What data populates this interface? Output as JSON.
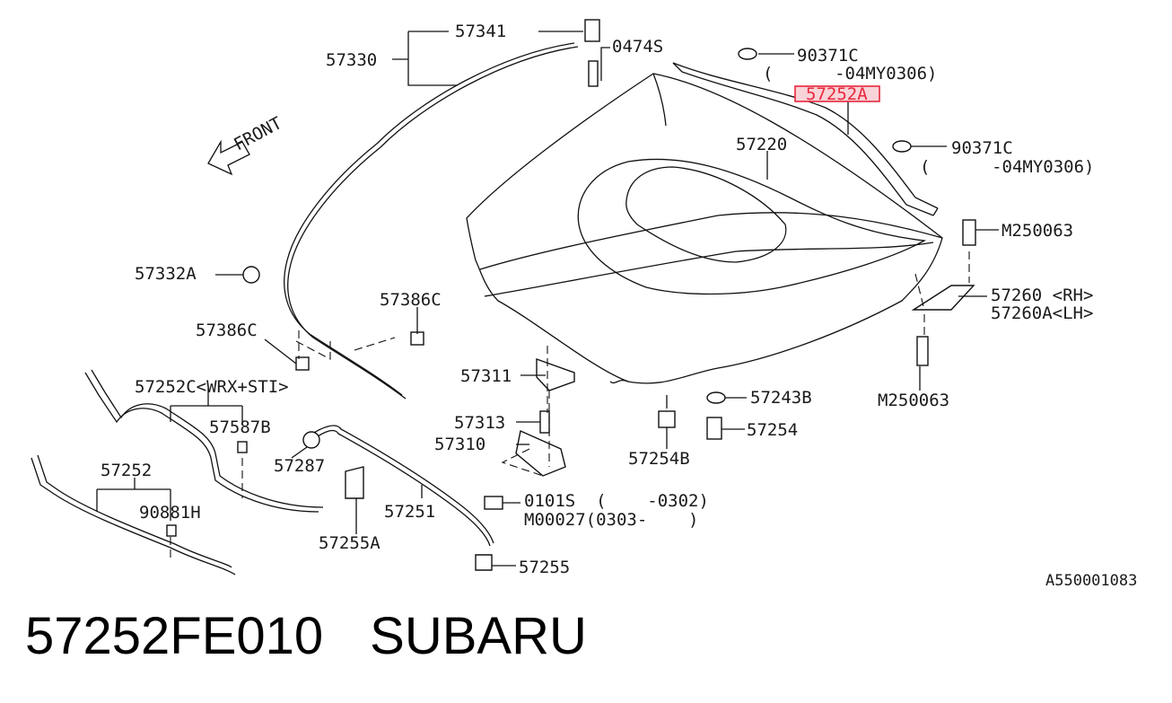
{
  "diagram": {
    "labels": {
      "l57341": "57341",
      "l57330": "57330",
      "l0474s": "0474S",
      "l90371c_a": "90371C",
      "l90371c_a_range": "(      -04MY0306)",
      "l57252a": "57252A",
      "l90371c_b": "90371C",
      "l90371c_b_range": "(      -04MY0306)",
      "l57220": "57220",
      "lfront": "FRONT",
      "lm250063_a": "M250063",
      "l57332a": "57332A",
      "l57386c_a": "57386C",
      "l57386c_b": "57386C",
      "l57260": "57260 <RH>",
      "l57260a": "57260A<LH>",
      "l57311": "57311",
      "l57252c": "57252C<WRX+STI>",
      "l57587b": "57587B",
      "l57243b": "57243B",
      "lm250063_b": "M250063",
      "l57313": "57313",
      "l57310": "57310",
      "l57254": "57254",
      "l57254b": "57254B",
      "l57287": "57287",
      "l57252": "57252",
      "l90881h": "90881H",
      "l0101s": "0101S  (    -0302)",
      "lm00027": "M00027(0303-    )",
      "l57251": "57251",
      "l57255a": "57255A",
      "l57255": "57255",
      "ldiagram_id": "A550001083"
    },
    "highlight_color": "#e8283c"
  },
  "footer": {
    "part_number": "57252FE010",
    "brand": "SUBARU"
  }
}
